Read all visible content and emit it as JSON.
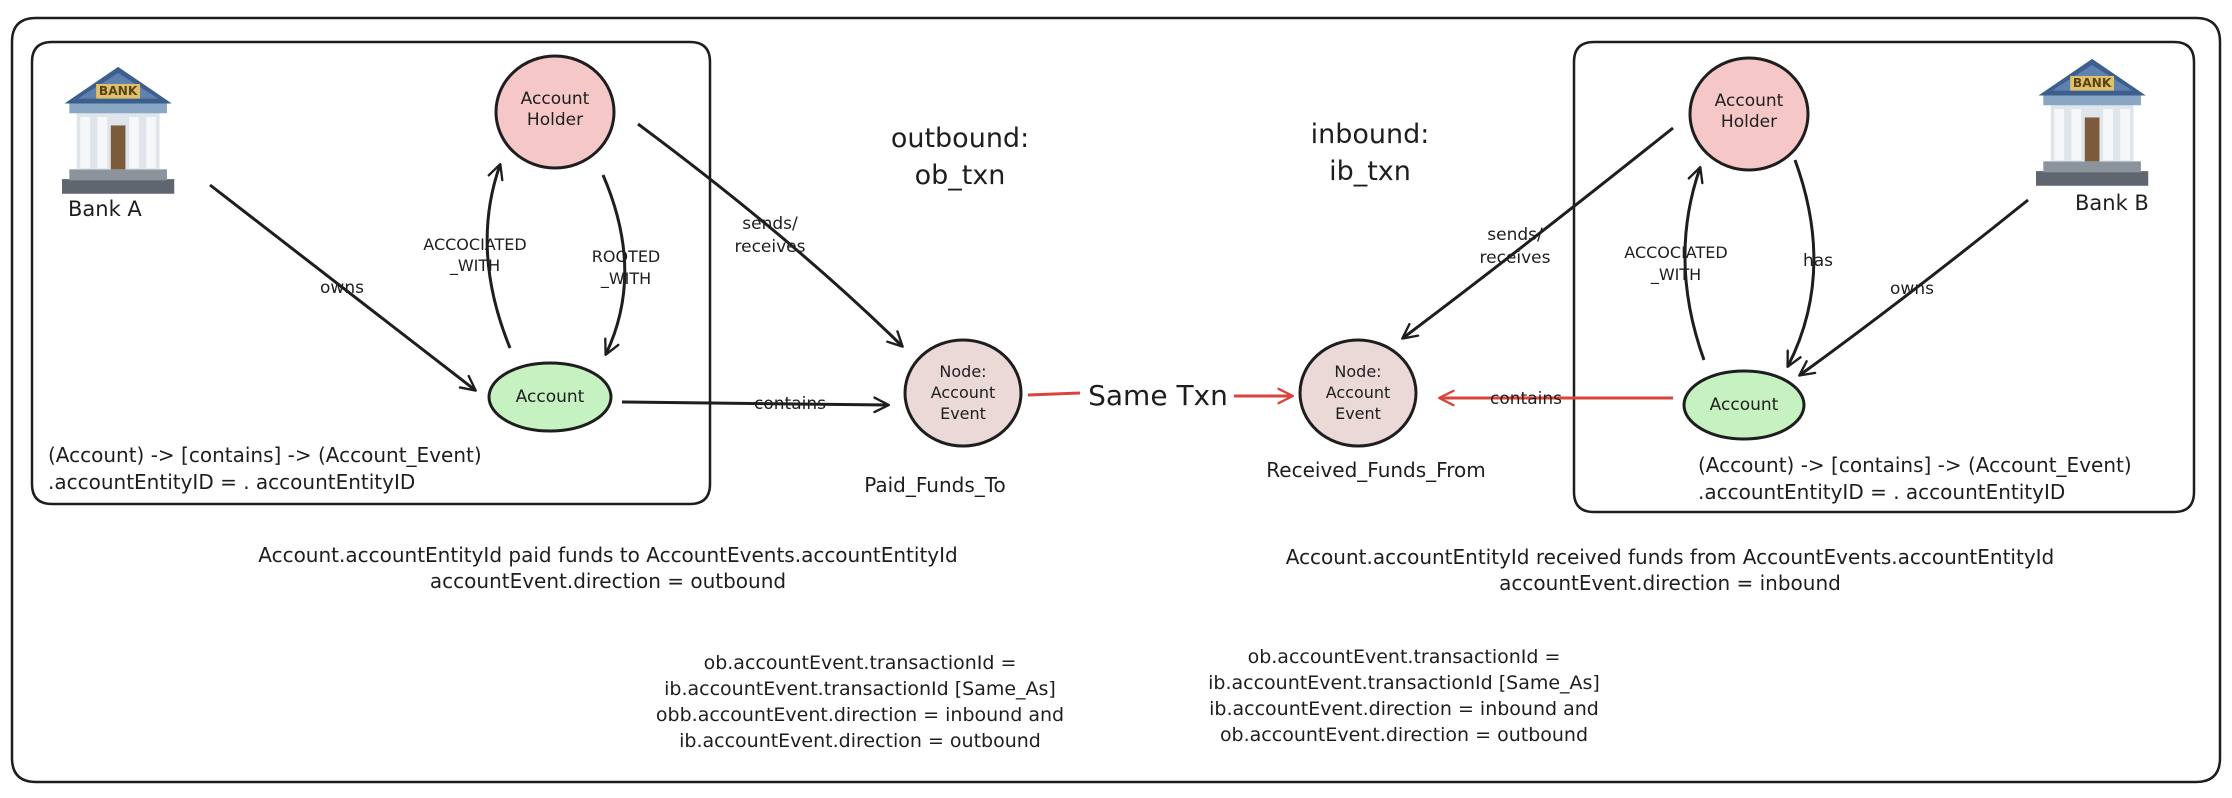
{
  "colors": {
    "ink": "#1e1e1e",
    "holder_fill": "#f6c7c7",
    "account_fill": "#c6f1c0",
    "event_fill": "#ead9d7",
    "red_arrow": "#d9443c"
  },
  "icons": {
    "bank_a": "bank-building-icon",
    "bank_b": "bank-building-icon",
    "bank_sign": "BANK"
  },
  "left": {
    "bank_label": "Bank A",
    "holder_line1": "Account",
    "holder_line2": "Holder",
    "account_label": "Account",
    "owns_label": "owns",
    "associated_line1": "ACCOCIATED",
    "associated_line2": "_WITH",
    "rooted_line1": "ROOTED",
    "rooted_line2": "_WITH",
    "sends_line1": "sends/",
    "sends_line2": "receives",
    "contains_label": "contains",
    "rule_line1": "(Account) -> [contains] -> (Account_Event)",
    "rule_line2": ".accountEntityID  = . accountEntityID",
    "caption_line1": "Account.accountEntityId paid funds to AccountEvents.accountEntityId",
    "caption_line2": "accountEvent.direction = outbound",
    "join_line1": "ob.accountEvent.transactionId =",
    "join_line2": "ib.accountEvent.transactionId [Same_As]",
    "join_line3": "obb.accountEvent.direction = inbound and",
    "join_line4": "ib.accountEvent.direction = outbound"
  },
  "center": {
    "outbound_line1": "outbound:",
    "outbound_line2": "ob_txn",
    "inbound_line1": "inbound:",
    "inbound_line2": "ib_txn",
    "event_line1": "Node:",
    "event_line2": "Account",
    "event_line3": "Event",
    "same_txn_label": "Same Txn",
    "paid_label": "Paid_Funds_To",
    "received_label": "Received_Funds_From"
  },
  "right": {
    "bank_label": "Bank B",
    "holder_line1": "Account",
    "holder_line2": "Holder",
    "account_label": "Account",
    "owns_label": "owns",
    "associated_line1": "ACCOCIATED",
    "associated_line2": "_WITH",
    "has_label": "has",
    "sends_line1": "sends/",
    "sends_line2": "receives",
    "contains_label": "contains",
    "rule_line1": "(Account) -> [contains] -> (Account_Event)",
    "rule_line2": ".accountEntityID  = . accountEntityID",
    "caption_line1": "Account.accountEntityId received funds from AccountEvents.accountEntityId",
    "caption_line2": "accountEvent.direction = inbound",
    "join_line1": "ob.accountEvent.transactionId =",
    "join_line2": "ib.accountEvent.transactionId [Same_As]",
    "join_line3": "ib.accountEvent.direction = inbound and",
    "join_line4": "ob.accountEvent.direction = outbound"
  }
}
